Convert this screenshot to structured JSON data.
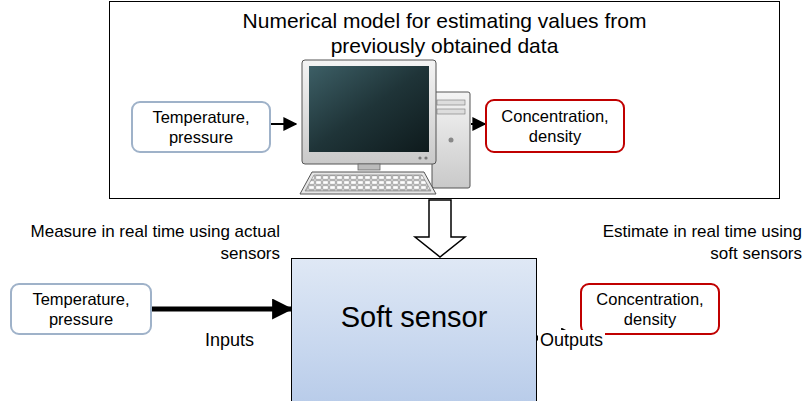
{
  "diagram": {
    "nodes": [
      {
        "text": [
          "Numerical model for estimating values from previously obtained data"
        ]
      },
      {
        "text": [
          "Temperature, pressure"
        ],
        "in": 0
      },
      {
        "text": [
          "Concentration, density"
        ],
        "in": 0
      },
      {
        "text": [
          "Temperature, pressure"
        ]
      },
      {
        "text": [
          "Soft sensor"
        ]
      },
      {
        "text": [
          "Concentration, density"
        ]
      }
    ],
    "edges": [
      {
        "from": 0,
        "to": 4,
        "arrow": "to"
      },
      {
        "from": 3,
        "to": 4,
        "label": "Inputs",
        "arrow": "to"
      },
      {
        "from": 4,
        "to": 5,
        "label": "Outputs",
        "arrow": "to"
      }
    ],
    "labels": [
      "Measure in real time using actual sensors",
      "Estimate in real time using soft sensors"
    ]
  }
}
